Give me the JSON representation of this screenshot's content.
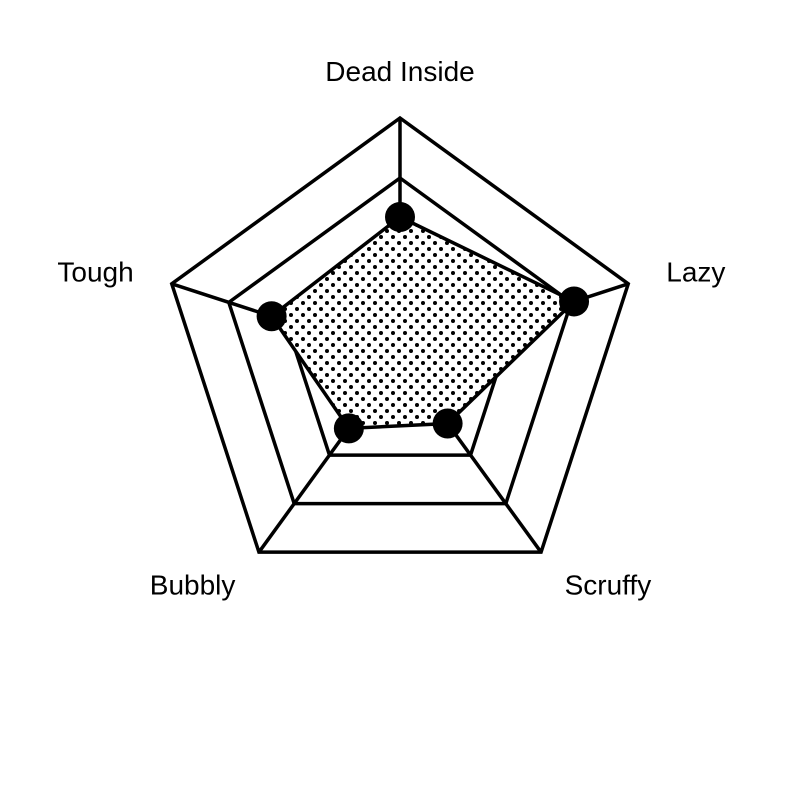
{
  "chart_data": {
    "type": "radar",
    "axes": [
      "Dead Inside",
      "Lazy",
      "Scruffy",
      "Bubbly",
      "Tough"
    ],
    "rings": [
      1,
      2,
      3,
      4
    ],
    "range": [
      0,
      4
    ],
    "values": [
      2.35,
      3.05,
      1.35,
      1.45,
      2.25
    ],
    "colors": {
      "line": "#000000",
      "background": "#ffffff",
      "fill_pattern": "dots"
    }
  }
}
